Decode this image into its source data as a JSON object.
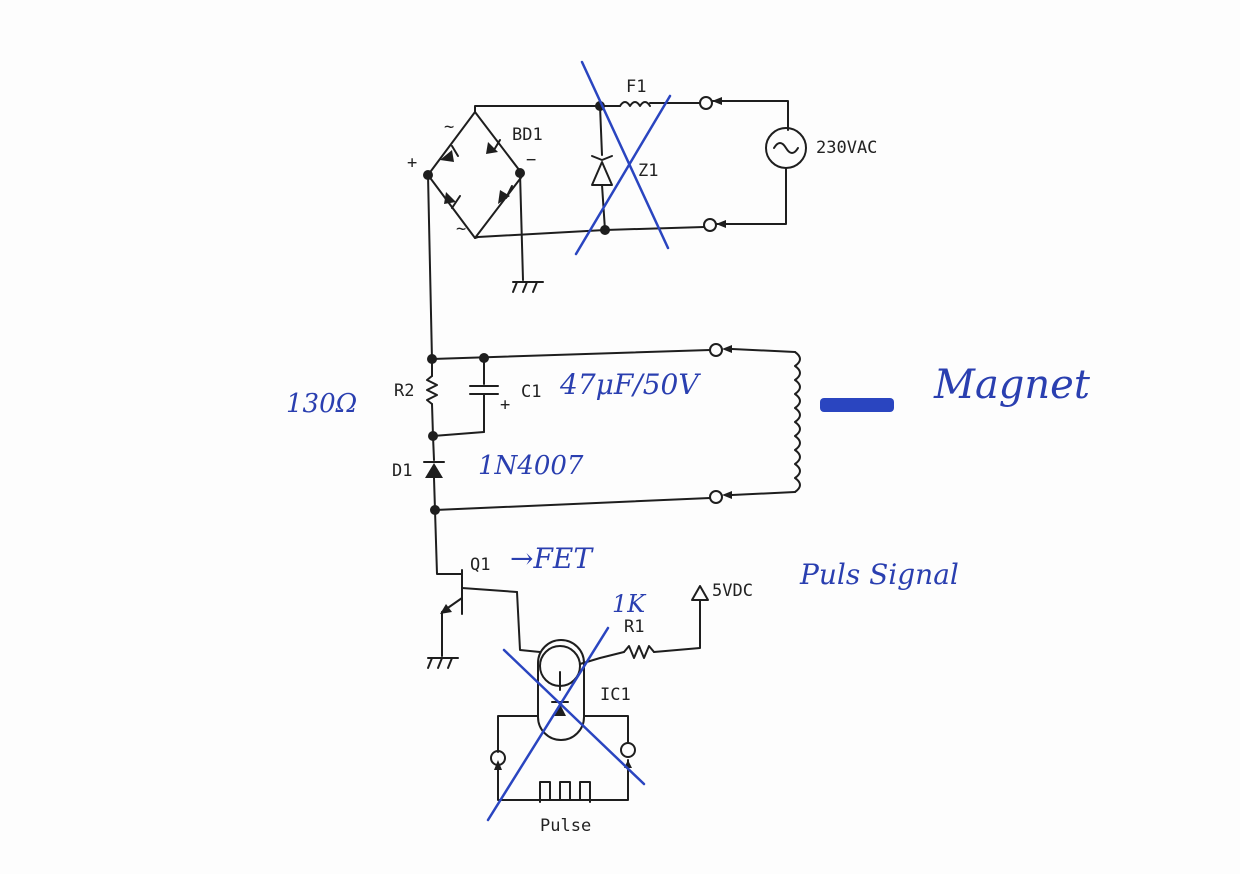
{
  "labels": {
    "fuse": "F1",
    "bridge": "BD1",
    "bridge_plus": "+",
    "bridge_minus": "−",
    "ac_in": "~",
    "zener": "Z1",
    "source": "230VAC",
    "resistor2": "R2",
    "cap": "C1",
    "cap_plus": "+",
    "diode": "D1",
    "transistor": "Q1",
    "supply": "5VDC",
    "resistor1": "R1",
    "optocoupler": "IC1",
    "pulse": "Pulse"
  },
  "annotations": {
    "r2_value": "130Ω",
    "c1_value": "47μF/50V",
    "d1_value": "1N4007",
    "q1_note": "→FET",
    "r1_value": "1K",
    "magnet": "Magnet",
    "pulse_signal": "Puls Signal"
  },
  "colors": {
    "ink": "#1e1e1e",
    "pen": "#2a45c0"
  }
}
